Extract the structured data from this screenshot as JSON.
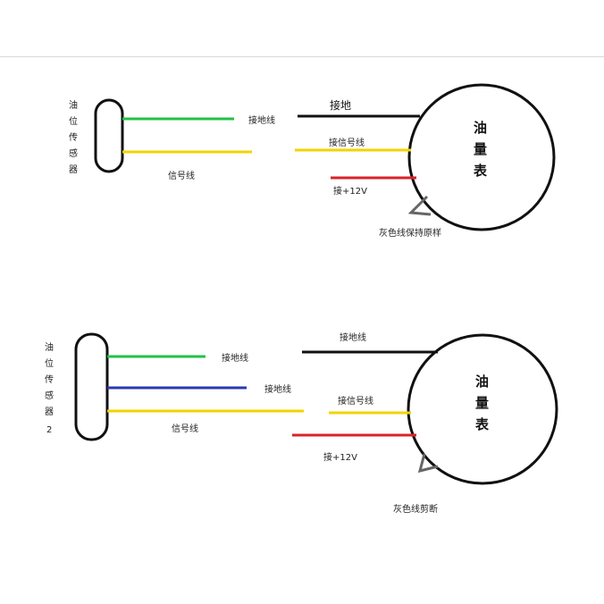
{
  "diagram1": {
    "sensor_label": [
      "油",
      "位",
      "传",
      "感",
      "器"
    ],
    "gauge_label": [
      "油",
      "量",
      "表"
    ],
    "labels": {
      "sensor_ground": "接地线",
      "signal_wire": "信号线",
      "gauge_ground": "接地",
      "gauge_signal": "接信号线",
      "power": "接+12V",
      "gray_wire": "灰色线保持原样"
    }
  },
  "diagram2": {
    "sensor_label": [
      "油",
      "位",
      "传",
      "感",
      "器",
      "2"
    ],
    "gauge_label": [
      "油",
      "量",
      "表"
    ],
    "labels": {
      "sensor_ground_green": "接地线",
      "sensor_ground_blue": "接地线",
      "signal_wire": "信号线",
      "gauge_ground": "接地线",
      "gauge_signal": "接信号线",
      "power": "接+12V",
      "gray_wire": "灰色线剪断"
    }
  },
  "colors": {
    "green": "#22c244",
    "yellow": "#f0d400",
    "black": "#111111",
    "red": "#d8232a",
    "blue": "#2a3ab0",
    "gray": "#666666"
  }
}
